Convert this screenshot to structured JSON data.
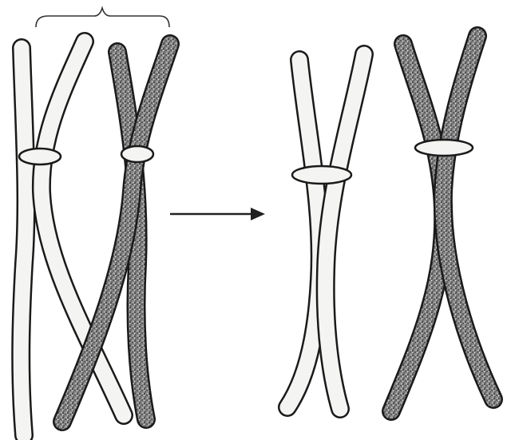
{
  "diagram": {
    "panels": [
      {
        "label": "",
        "chromosomes": [
          {
            "fill": "light",
            "chromatid_count": 2
          },
          {
            "fill": "dark",
            "chromatid_count": 2
          }
        ],
        "crossing": true
      },
      {
        "label": "",
        "chromosomes": [
          {
            "fill": "light",
            "chromatid_count": 2
          },
          {
            "fill": "dark",
            "chromatid_count": 2
          }
        ],
        "crossing": false
      }
    ],
    "arrow": {
      "direction": "right"
    },
    "colors": {
      "outline": "#1a1a1a",
      "light_fill": "#f4f4f2",
      "dark_fill": "#6f6f6f",
      "stipple": "#222222"
    }
  }
}
